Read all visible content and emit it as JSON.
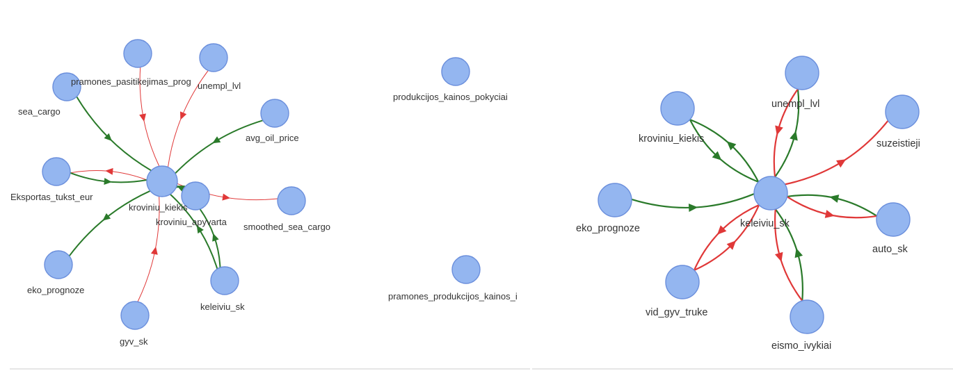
{
  "colors": {
    "node_fill": "#94b6f0",
    "node_stroke": "#6b8fdc",
    "positive_edge": "#2a7a2a",
    "negative_edge": "#e03838",
    "label": "#333333",
    "divider": "#e6e6e6"
  },
  "graphs": [
    {
      "nodes": [
        {
          "id": "kroviniu_kiekis",
          "label": "kroviniu_kiekis"
        },
        {
          "id": "pramones_pasitikejimas_prog",
          "label": "pramones_pasitikejimas_prog"
        },
        {
          "id": "unempl_lvl",
          "label": "unempl_lvl"
        },
        {
          "id": "sea_cargo",
          "label": "sea_cargo"
        },
        {
          "id": "avg_oil_price",
          "label": "avg_oil_price"
        },
        {
          "id": "Eksportas_tukst_eur",
          "label": "Eksportas_tukst_eur"
        },
        {
          "id": "kroviniu_apyvarta",
          "label": "kroviniu_apyvarta"
        },
        {
          "id": "smoothed_sea_cargo",
          "label": "smoothed_sea_cargo"
        },
        {
          "id": "eko_prognoze",
          "label": "eko_prognoze"
        },
        {
          "id": "keleiviu_sk",
          "label": "keleiviu_sk"
        },
        {
          "id": "gyv_sk",
          "label": "gyv_sk"
        }
      ],
      "edges": [
        {
          "from": "pramones_pasitikejimas_prog",
          "to": "kroviniu_kiekis",
          "sign": "negative"
        },
        {
          "from": "unempl_lvl",
          "to": "kroviniu_kiekis",
          "sign": "negative"
        },
        {
          "from": "sea_cargo",
          "to": "kroviniu_kiekis",
          "sign": "positive"
        },
        {
          "from": "avg_oil_price",
          "to": "kroviniu_kiekis",
          "sign": "positive"
        },
        {
          "from": "kroviniu_kiekis",
          "to": "Eksportas_tukst_eur",
          "sign": "negative"
        },
        {
          "from": "Eksportas_tukst_eur",
          "to": "kroviniu_kiekis",
          "sign": "positive"
        },
        {
          "from": "kroviniu_kiekis",
          "to": "smoothed_sea_cargo",
          "sign": "negative"
        },
        {
          "from": "kroviniu_apyvarta",
          "to": "kroviniu_kiekis",
          "sign": "positive"
        },
        {
          "from": "kroviniu_kiekis",
          "to": "eko_prognoze",
          "sign": "positive"
        },
        {
          "from": "keleiviu_sk",
          "to": "kroviniu_kiekis",
          "sign": "positive"
        },
        {
          "from": "keleiviu_sk",
          "to": "kroviniu_apyvarta",
          "sign": "positive"
        },
        {
          "from": "gyv_sk",
          "to": "kroviniu_kiekis",
          "sign": "negative"
        }
      ]
    },
    {
      "nodes": [
        {
          "id": "produkcijos_kainos_pokyciai",
          "label": "produkcijos_kainos_pokyciai"
        },
        {
          "id": "pramones_produkcijos_kainos",
          "label": "pramones_produkcijos_kainos_i"
        }
      ],
      "edges": []
    },
    {
      "nodes": [
        {
          "id": "keleiviu_sk",
          "label": "keleiviu_sk"
        },
        {
          "id": "unempl_lvl",
          "label": "unempl_lvl"
        },
        {
          "id": "kroviniu_kiekis",
          "label": "kroviniu_kiekis"
        },
        {
          "id": "suzeistieji",
          "label": "suzeistieji"
        },
        {
          "id": "eko_prognoze",
          "label": "eko_prognoze"
        },
        {
          "id": "auto_sk",
          "label": "auto_sk"
        },
        {
          "id": "vid_gyv_truke",
          "label": "vid_gyv_truke"
        },
        {
          "id": "eismo_ivykiai",
          "label": "eismo_ivykiai"
        }
      ],
      "edges": [
        {
          "from": "keleiviu_sk",
          "to": "unempl_lvl",
          "sign": "positive"
        },
        {
          "from": "unempl_lvl",
          "to": "keleiviu_sk",
          "sign": "negative"
        },
        {
          "from": "kroviniu_kiekis",
          "to": "keleiviu_sk",
          "sign": "positive"
        },
        {
          "from": "keleiviu_sk",
          "to": "kroviniu_kiekis",
          "sign": "positive"
        },
        {
          "from": "keleiviu_sk",
          "to": "suzeistieji",
          "sign": "negative"
        },
        {
          "from": "eko_prognoze",
          "to": "keleiviu_sk",
          "sign": "positive"
        },
        {
          "from": "auto_sk",
          "to": "keleiviu_sk",
          "sign": "positive"
        },
        {
          "from": "keleiviu_sk",
          "to": "auto_sk",
          "sign": "negative"
        },
        {
          "from": "vid_gyv_truke",
          "to": "keleiviu_sk",
          "sign": "negative"
        },
        {
          "from": "keleiviu_sk",
          "to": "vid_gyv_truke",
          "sign": "negative"
        },
        {
          "from": "eismo_ivykiai",
          "to": "keleiviu_sk",
          "sign": "positive"
        },
        {
          "from": "keleiviu_sk",
          "to": "eismo_ivykiai",
          "sign": "negative"
        }
      ]
    }
  ]
}
